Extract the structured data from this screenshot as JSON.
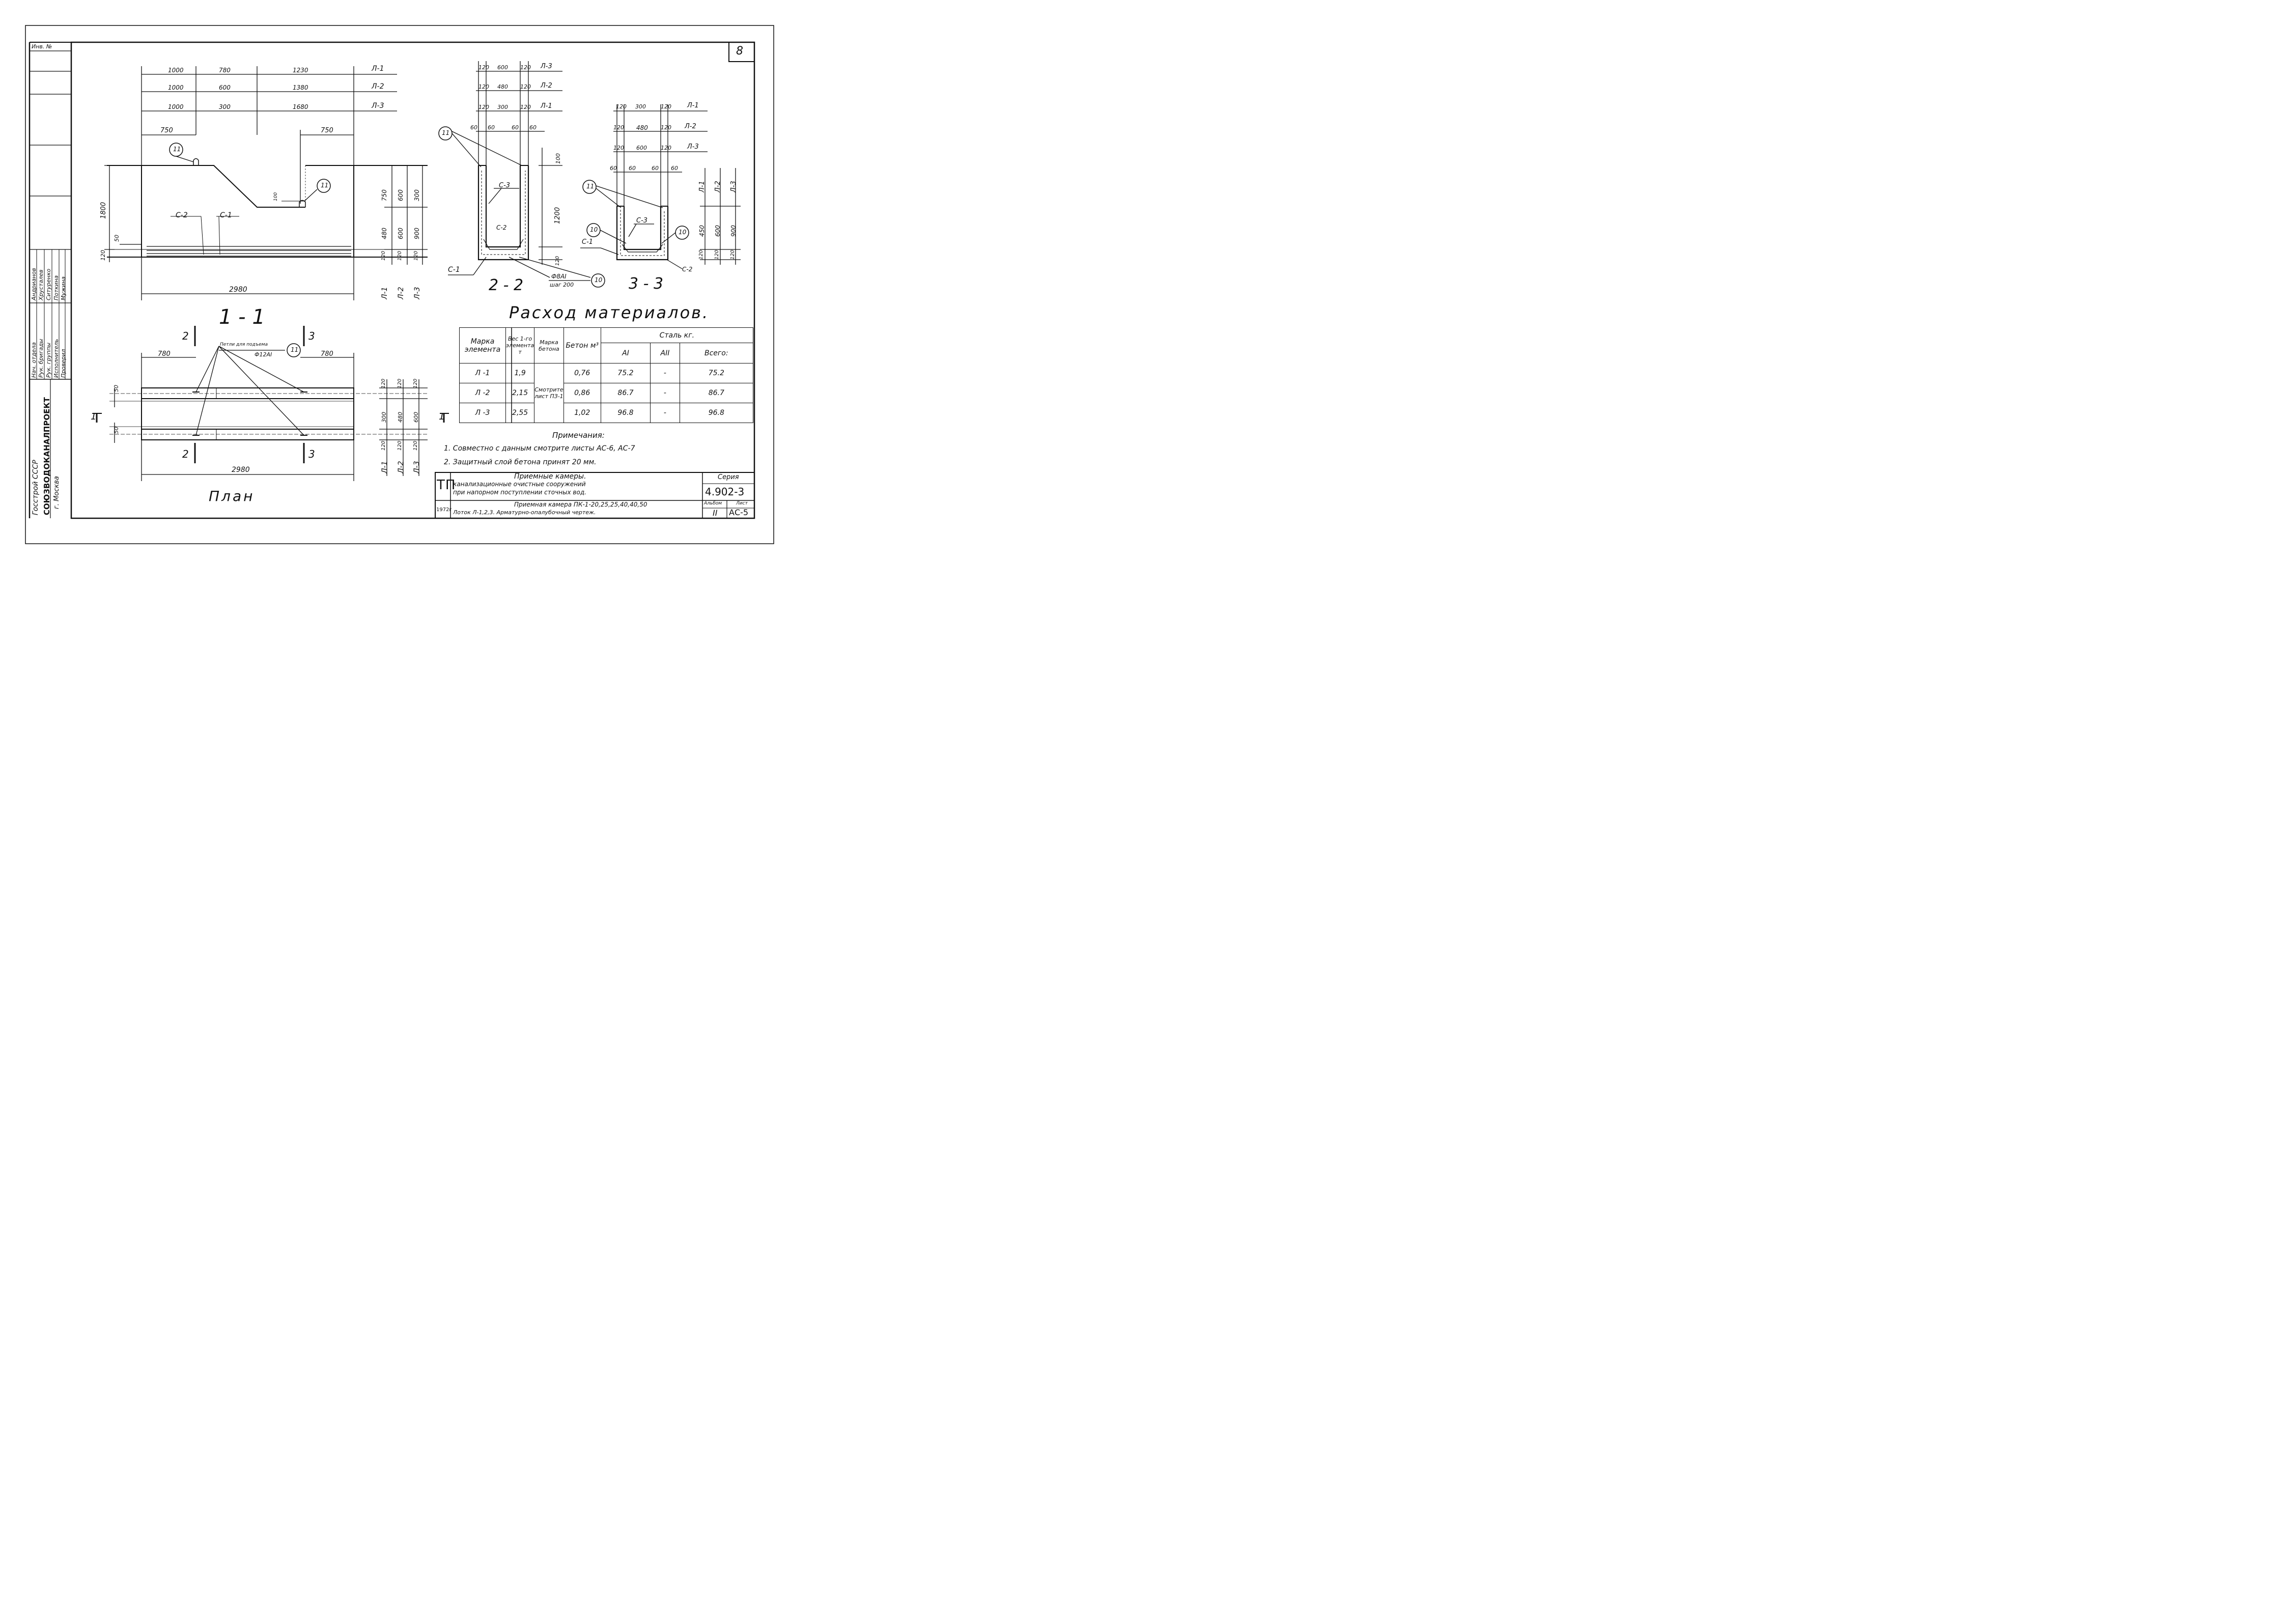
{
  "sheet": {
    "sheet_number": "8",
    "inv_label": "Инв. №",
    "view_1_title": "1 - 1",
    "view_2_title": "2 - 2",
    "view_3_title": "3 - 3",
    "plan_title": "План",
    "materials_title": "Расход материалов."
  },
  "section_1_1": {
    "row_dims": [
      {
        "mark": "Л-1",
        "a": "1000",
        "b": "780",
        "c": "1230"
      },
      {
        "mark": "Л-2",
        "a": "1000",
        "b": "600",
        "c": "1380"
      },
      {
        "mark": "Л-3",
        "a": "1000",
        "b": "300",
        "c": "1680"
      }
    ],
    "dim_750_left": "750",
    "dim_750_right": "750",
    "dim_1800": "1800",
    "dim_50": "50",
    "dim_120": "120",
    "dim_100": "100",
    "dim_2980": "2980",
    "callout_11": "11",
    "label_c2": "С-2",
    "label_c1": "С-1",
    "right_dims": [
      {
        "top": "750",
        "mid": "480",
        "bot": "120",
        "mark": "Л-1"
      },
      {
        "top": "600",
        "mid": "600",
        "bot": "120",
        "mark": "Л-2"
      },
      {
        "top": "300",
        "mid": "900",
        "bot": "120",
        "mark": "Л-3"
      }
    ]
  },
  "section_2_2": {
    "rows": [
      {
        "a": "120",
        "b": "600",
        "c": "120",
        "mark": "Л-3"
      },
      {
        "a": "120",
        "b": "480",
        "c": "120",
        "mark": "Л-2"
      },
      {
        "a": "120",
        "b": "300",
        "c": "120",
        "mark": "Л-1"
      }
    ],
    "dims_60": [
      "60",
      "60",
      "60",
      "60"
    ],
    "dim_1200": "1200",
    "dim_100": "100",
    "dim_120": "120",
    "callout_11": "11",
    "callout_10": "10",
    "label_c3": "С-3",
    "label_c2": "С-2",
    "label_c1": "С-1",
    "rebar_spec": "Ф8АI",
    "rebar_step": "шаг 200"
  },
  "section_3_3": {
    "rows": [
      {
        "a": "120",
        "b": "300",
        "c": "120",
        "mark": "Л-1"
      },
      {
        "a": "120",
        "b": "480",
        "c": "120",
        "mark": "Л-2"
      },
      {
        "a": "120",
        "b": "600",
        "c": "120",
        "mark": "Л-3"
      }
    ],
    "dims_60": [
      "60",
      "60",
      "60",
      "60"
    ],
    "right_dims": [
      {
        "top": "Л-1",
        "mid": "450",
        "bot": "120"
      },
      {
        "top": "Л-2",
        "mid": "600",
        "bot": "120"
      },
      {
        "top": "Л-3",
        "mid": "900",
        "bot": "120"
      }
    ],
    "callout_11": "11",
    "callout_10a": "10",
    "callout_10b": "10",
    "label_c3": "С-3",
    "label_c1": "С-1",
    "label_c2": "С-2"
  },
  "plan": {
    "dim_780_left": "780",
    "dim_780_right": "780",
    "dim_2980": "2980",
    "dim_50_top": "50",
    "dim_50_bot": "50",
    "loop_note": "Петли для подъема",
    "loop_spec": "Ф12АI",
    "callout_11": "11",
    "cut_2": "2",
    "cut_3": "3",
    "cut_1": "1",
    "right_dims": [
      {
        "a": "120",
        "b": "300",
        "c": "120",
        "mark": "Л-1"
      },
      {
        "a": "120",
        "b": "480",
        "c": "120",
        "mark": "Л-2"
      },
      {
        "a": "120",
        "b": "600",
        "c": "120",
        "mark": "Л-3"
      }
    ]
  },
  "materials_table": {
    "headers": {
      "mark": "Марка элемента",
      "weight": "Вес 1-го элемента т",
      "concrete_grade": "Марка бетона",
      "concrete": "Бетон м³",
      "steel": "Сталь кг.",
      "a1": "АI",
      "a2": "АII",
      "total": "Всего:"
    },
    "grade_note_1": "Смотрите",
    "grade_note_2": "лист ПЗ-1",
    "rows": [
      {
        "mark": "Л -1",
        "weight": "1,9",
        "concrete": "0,76",
        "a1": "75.2",
        "a2": "-",
        "total": "75.2"
      },
      {
        "mark": "Л -2",
        "weight": "2,15",
        "concrete": "0,86",
        "a1": "86.7",
        "a2": "-",
        "total": "86.7"
      },
      {
        "mark": "Л -3",
        "weight": "2,55",
        "concrete": "1,02",
        "a1": "96.8",
        "a2": "-",
        "total": "96.8"
      }
    ]
  },
  "notes": {
    "title": "Примечания:",
    "items": [
      "1. Совместно с данным смотрите листы АС-6, АС-7",
      "2. Защитный слой бетона принят 20 мм."
    ]
  },
  "title_block": {
    "org_1": "Госстрой СССР",
    "org_2": "СОЮЗВОДОКАНАЛПРОЕКТ",
    "org_3": "г. Москва",
    "roles": [
      "Нач. отдела",
      "Рук. бригады",
      "Рук. группы",
      "Исполнитель",
      "Проверил"
    ],
    "names": [
      "Андрианов",
      "Хрусталев",
      "Ситуренко",
      "Поткина",
      "Мужина"
    ],
    "stamp": "ТП",
    "year": "1972г",
    "title_line_1": "Приемные камеры.",
    "title_line_2": "канализационные очистные сооружений",
    "title_line_3": "при напорном поступлении сточных вод.",
    "subtitle_1": "Приемная камера ПК-1-20,25,25,40,40,50",
    "subtitle_2": "Лоток Л-1,2,3. Арматурно-опалубочный чертеж.",
    "series_label": "Серия",
    "series": "4.902-3",
    "album_label": "Альбом",
    "album": "II",
    "sheet_label": "Лист",
    "sheet": "АС-5"
  }
}
